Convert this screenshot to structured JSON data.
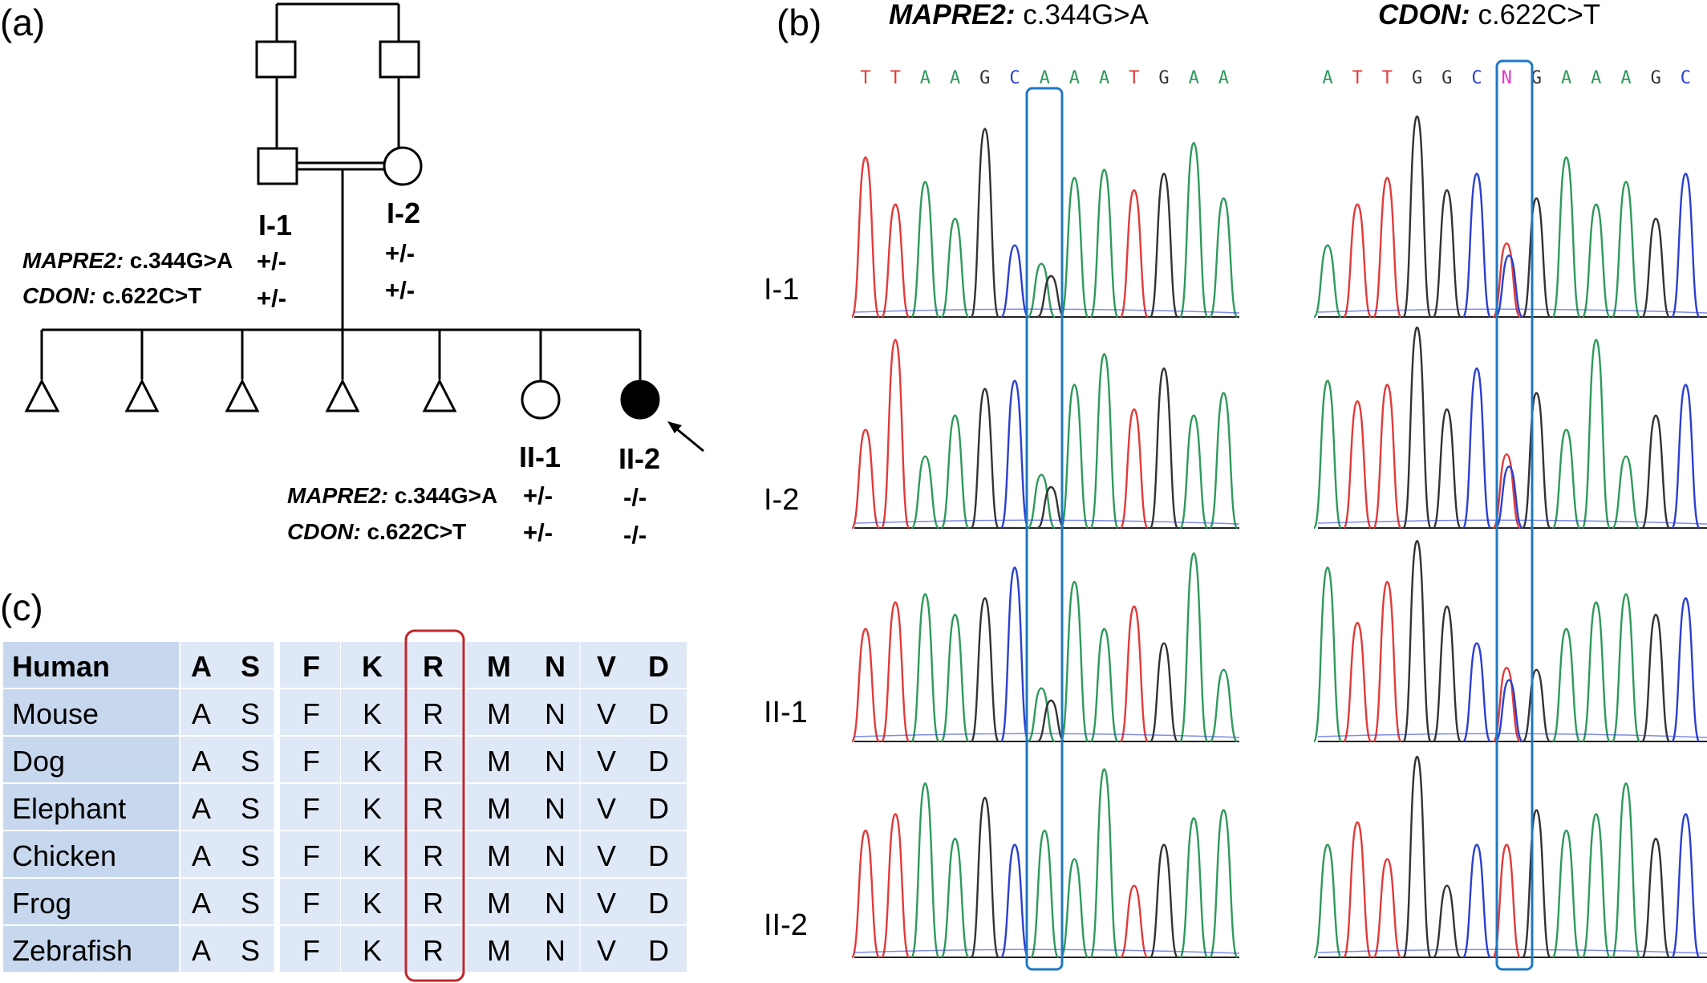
{
  "panel_a": {
    "label": "(a)",
    "father": {
      "id": "I-1",
      "mapre2": "+/-",
      "cdon": "+/-"
    },
    "mother": {
      "id": "I-2",
      "mapre2": "+/-",
      "cdon": "+/-"
    },
    "sister": {
      "id": "II-1",
      "mapre2": "+/-",
      "cdon": "+/-"
    },
    "proband": {
      "id": "II-2",
      "mapre2": "-/-",
      "cdon": "-/-"
    },
    "gene1": "MAPRE2:",
    "variant1": " c.344G>A",
    "gene2": "CDON:",
    "variant2": " c.622C>T"
  },
  "panel_b": {
    "label": "(b)",
    "left": {
      "gene": "MAPRE2:",
      "variant": " c.344G>A",
      "bases": [
        "T",
        "T",
        "A",
        "A",
        "G",
        "C",
        "A",
        "A",
        "A",
        "T",
        "G",
        "A",
        "A"
      ],
      "highlight_index": 6
    },
    "right": {
      "gene": "CDON:",
      "variant": " c.622C>T",
      "bases": [
        "A",
        "T",
        "T",
        "G",
        "G",
        "C",
        "N",
        "G",
        "A",
        "A",
        "A",
        "G",
        "C"
      ],
      "highlight_index": 6
    },
    "rows": [
      "I-1",
      "I-2",
      "II-1",
      "II-2"
    ]
  },
  "panel_c": {
    "label": "(c)",
    "header": {
      "species": "Human",
      "residues": [
        "A",
        "S",
        "F",
        "K",
        "R",
        "M",
        "N",
        "V",
        "D"
      ]
    },
    "rows": [
      {
        "species": "Mouse",
        "residues": [
          "A",
          "S",
          "F",
          "K",
          "R",
          "M",
          "N",
          "V",
          "D"
        ]
      },
      {
        "species": "Dog",
        "residues": [
          "A",
          "S",
          "F",
          "K",
          "R",
          "M",
          "N",
          "V",
          "D"
        ]
      },
      {
        "species": "Elephant",
        "residues": [
          "A",
          "S",
          "F",
          "K",
          "R",
          "M",
          "N",
          "V",
          "D"
        ]
      },
      {
        "species": "Chicken",
        "residues": [
          "A",
          "S",
          "F",
          "K",
          "R",
          "M",
          "N",
          "V",
          "D"
        ]
      },
      {
        "species": "Frog",
        "residues": [
          "A",
          "S",
          "F",
          "K",
          "R",
          "M",
          "N",
          "V",
          "D"
        ]
      },
      {
        "species": "Zebrafish",
        "residues": [
          "A",
          "S",
          "F",
          "K",
          "R",
          "M",
          "N",
          "V",
          "D"
        ]
      }
    ],
    "highlight_index": 4
  },
  "colors": {
    "A": "#2e9a5a",
    "T": "#e23a3a",
    "G": "#333333",
    "C": "#2b3fd1",
    "N": "#e830c8",
    "highlight_box": "#1f78c1",
    "conserved_box": "#c0272d",
    "table_dark": "#c7d7ee",
    "table_light": "#dfe8f6"
  }
}
